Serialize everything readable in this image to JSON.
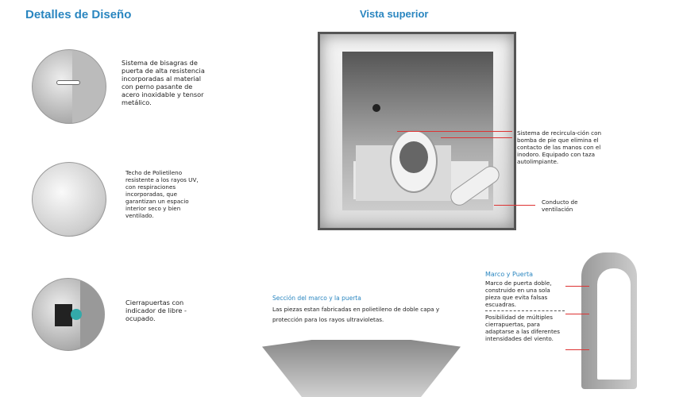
{
  "left": {
    "title": "Detalles de Diseño",
    "items": [
      {
        "text": "Sistema de bisagras de puerta de alta resistencia incorporadas al material con perno pasante de acero inoxidable y tensor metálico."
      },
      {
        "text": "Techo de Polietileno resistente a los rayos UV, con respiraciones incorporadas, que garantizan un espacio interior seco y bien ventilado."
      },
      {
        "text": "Cierrapuertas con indicador de libre - ocupado."
      }
    ]
  },
  "center": {
    "title": "Vista superior",
    "callouts": [
      {
        "text": "Sistema de recircula-ción con bomba de pie que elimina el contacto de las manos con el inodoro. Equipado con taza autolimpiante."
      },
      {
        "text": "Conducto de ventilación"
      }
    ]
  },
  "section": {
    "title": "Sección del marco y la puerta",
    "text": "Las piezas estan fabricadas en polietileno de doble capa y protección para los rayos ultravioletas."
  },
  "door": {
    "title": "Marco y Puerta",
    "text1": "Marco de puerta doble, construido en una sola pieza que evita falsas escuadras.",
    "text2": "Posibilidad de múltiples cierrapuertas, para adaptarse a las diferentes intensidades del viento."
  },
  "colors": {
    "accent": "#2a86c0",
    "callout": "#dd3333"
  }
}
